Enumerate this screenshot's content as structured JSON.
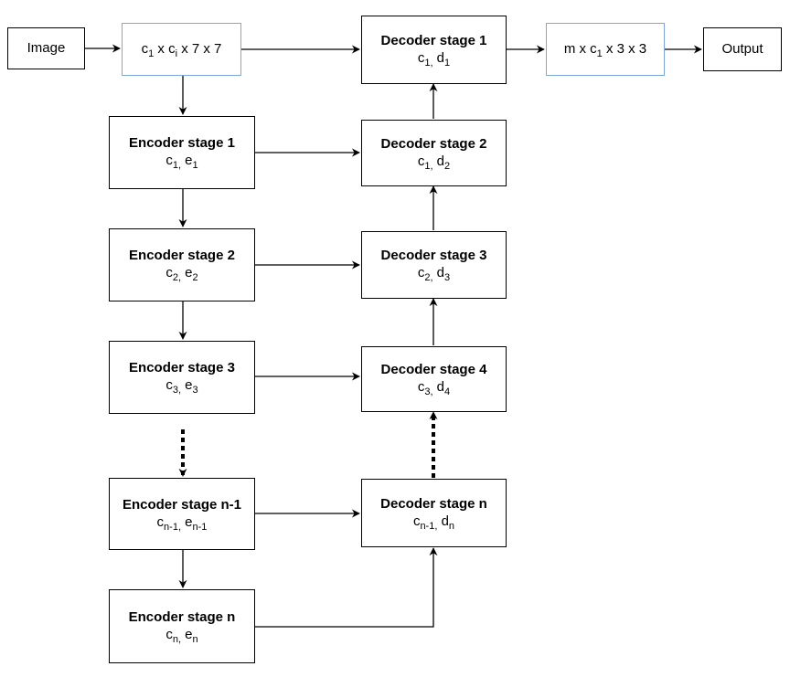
{
  "image_label": "Image",
  "output_label": "Output",
  "stem_conv": {
    "c": "c",
    "c_idx": "1",
    "x1": " x c",
    "ci_idx": "i",
    "rest": " x 7 x 7"
  },
  "head_conv": {
    "prefix": "m x c",
    "c_idx": "1",
    "rest": " x 3 x 3"
  },
  "encoders": [
    {
      "title": "Encoder stage 1",
      "c": "c",
      "c_idx": "1,",
      "e": " e",
      "e_idx": "1"
    },
    {
      "title": "Encoder stage 2",
      "c": "c",
      "c_idx": "2,",
      "e": " e",
      "e_idx": "2"
    },
    {
      "title": "Encoder stage 3",
      "c": "c",
      "c_idx": "3,",
      "e": " e",
      "e_idx": "3"
    },
    {
      "title": "Encoder stage n-1",
      "c": "c",
      "c_idx": "n-1,",
      "e": " e",
      "e_idx": "n-1"
    },
    {
      "title": "Encoder stage n",
      "c": "c",
      "c_idx": "n,",
      "e": " e",
      "e_idx": "n"
    }
  ],
  "decoders": [
    {
      "title": "Decoder stage 1",
      "c": "c",
      "c_idx": "1,",
      "d": " d",
      "d_idx": "1"
    },
    {
      "title": "Decoder stage 2",
      "c": "c",
      "c_idx": "1,",
      "d": " d",
      "d_idx": "2"
    },
    {
      "title": "Decoder stage 3",
      "c": "c",
      "c_idx": "2,",
      "d": " d",
      "d_idx": "3"
    },
    {
      "title": "Decoder stage 4",
      "c": "c",
      "c_idx": "3,",
      "d": " d",
      "d_idx": "4"
    },
    {
      "title": "Decoder stage n",
      "c": "c",
      "c_idx": "n-1,",
      "d": " d",
      "d_idx": "n"
    }
  ],
  "colors": {
    "box_border": "#000000",
    "conv_border": "#7ea6e0",
    "arrow": "#000000"
  }
}
